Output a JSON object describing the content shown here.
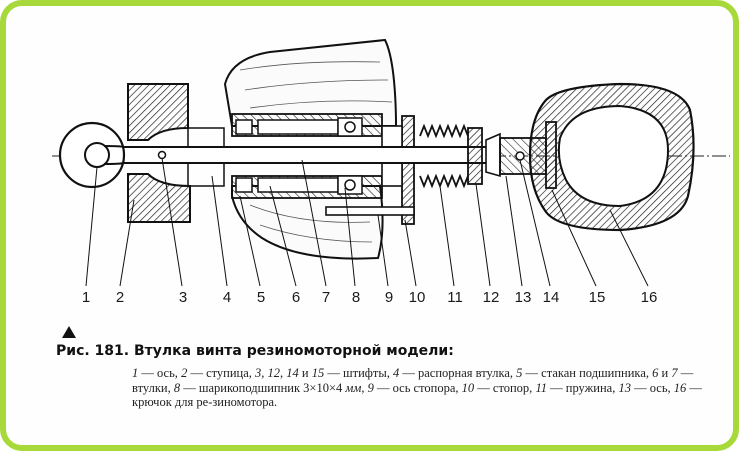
{
  "figure": {
    "labels": [
      "1",
      "2",
      "3",
      "4",
      "5",
      "6",
      "7",
      "8",
      "9",
      "10",
      "11",
      "12",
      "13",
      "14",
      "15",
      "16"
    ],
    "title": "Рис. 181. Втулка винта резиномоторной модели:",
    "caption": [
      {
        "n": "1",
        "t": " — ось,   "
      },
      {
        "n": "2",
        "t": " — ступица,  "
      },
      {
        "n": "3, 12, 14",
        "t": " и "
      },
      {
        "n": "15",
        "t": " — штифты,  "
      },
      {
        "n": "4",
        "t": " — распорная  втулка, "
      },
      {
        "n": "5",
        "t": " — стакан подшипника, "
      },
      {
        "n": "6",
        "t": " и "
      },
      {
        "n": "7",
        "t": " — втулки,  "
      },
      {
        "n": "8",
        "t": " — шарикоподшипник  3×10×4 "
      },
      {
        "n": "мм",
        "t": ", "
      },
      {
        "n": "9",
        "t": " — ось стопора,  "
      },
      {
        "n": "10",
        "t": " — стопор,  "
      },
      {
        "n": "11",
        "t": " — пружина,  "
      },
      {
        "n": "13",
        "t": " — ось,  "
      },
      {
        "n": "16",
        "t": " — крючок  для  ре-зиномотора."
      }
    ]
  },
  "colors": {
    "frame": "#a7d93a",
    "ink": "#111111",
    "paper": "#ffffff"
  }
}
